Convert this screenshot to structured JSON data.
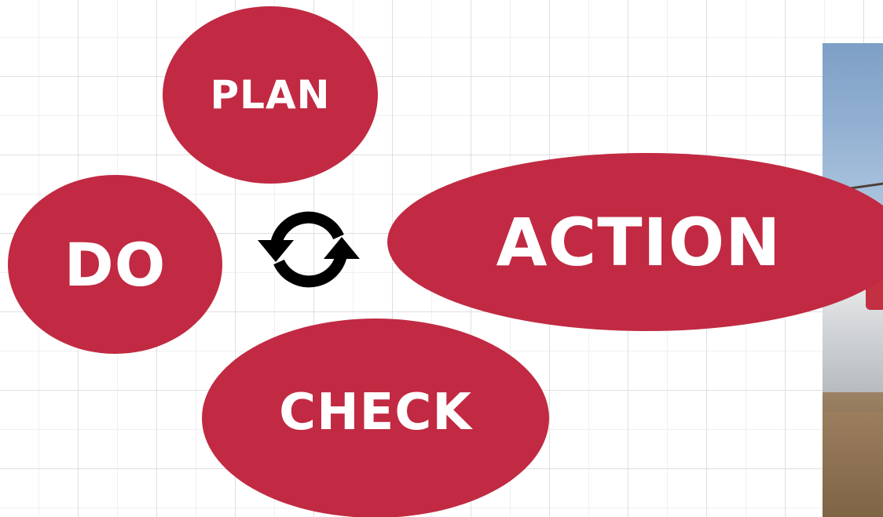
{
  "diagram": {
    "nodes": [
      {
        "id": "plan",
        "label": "PLAN"
      },
      {
        "id": "do",
        "label": "DO"
      },
      {
        "id": "action",
        "label": "ACTION"
      },
      {
        "id": "check",
        "label": "CHECK"
      }
    ],
    "center_icon": "cycle-arrows-icon"
  },
  "photo": {
    "icon": "construction-site-photo"
  },
  "colors": {
    "node_fill": "#c12a42",
    "node_text": "#ffffff",
    "icon": "#000000",
    "grid": "#dfdfdf"
  }
}
